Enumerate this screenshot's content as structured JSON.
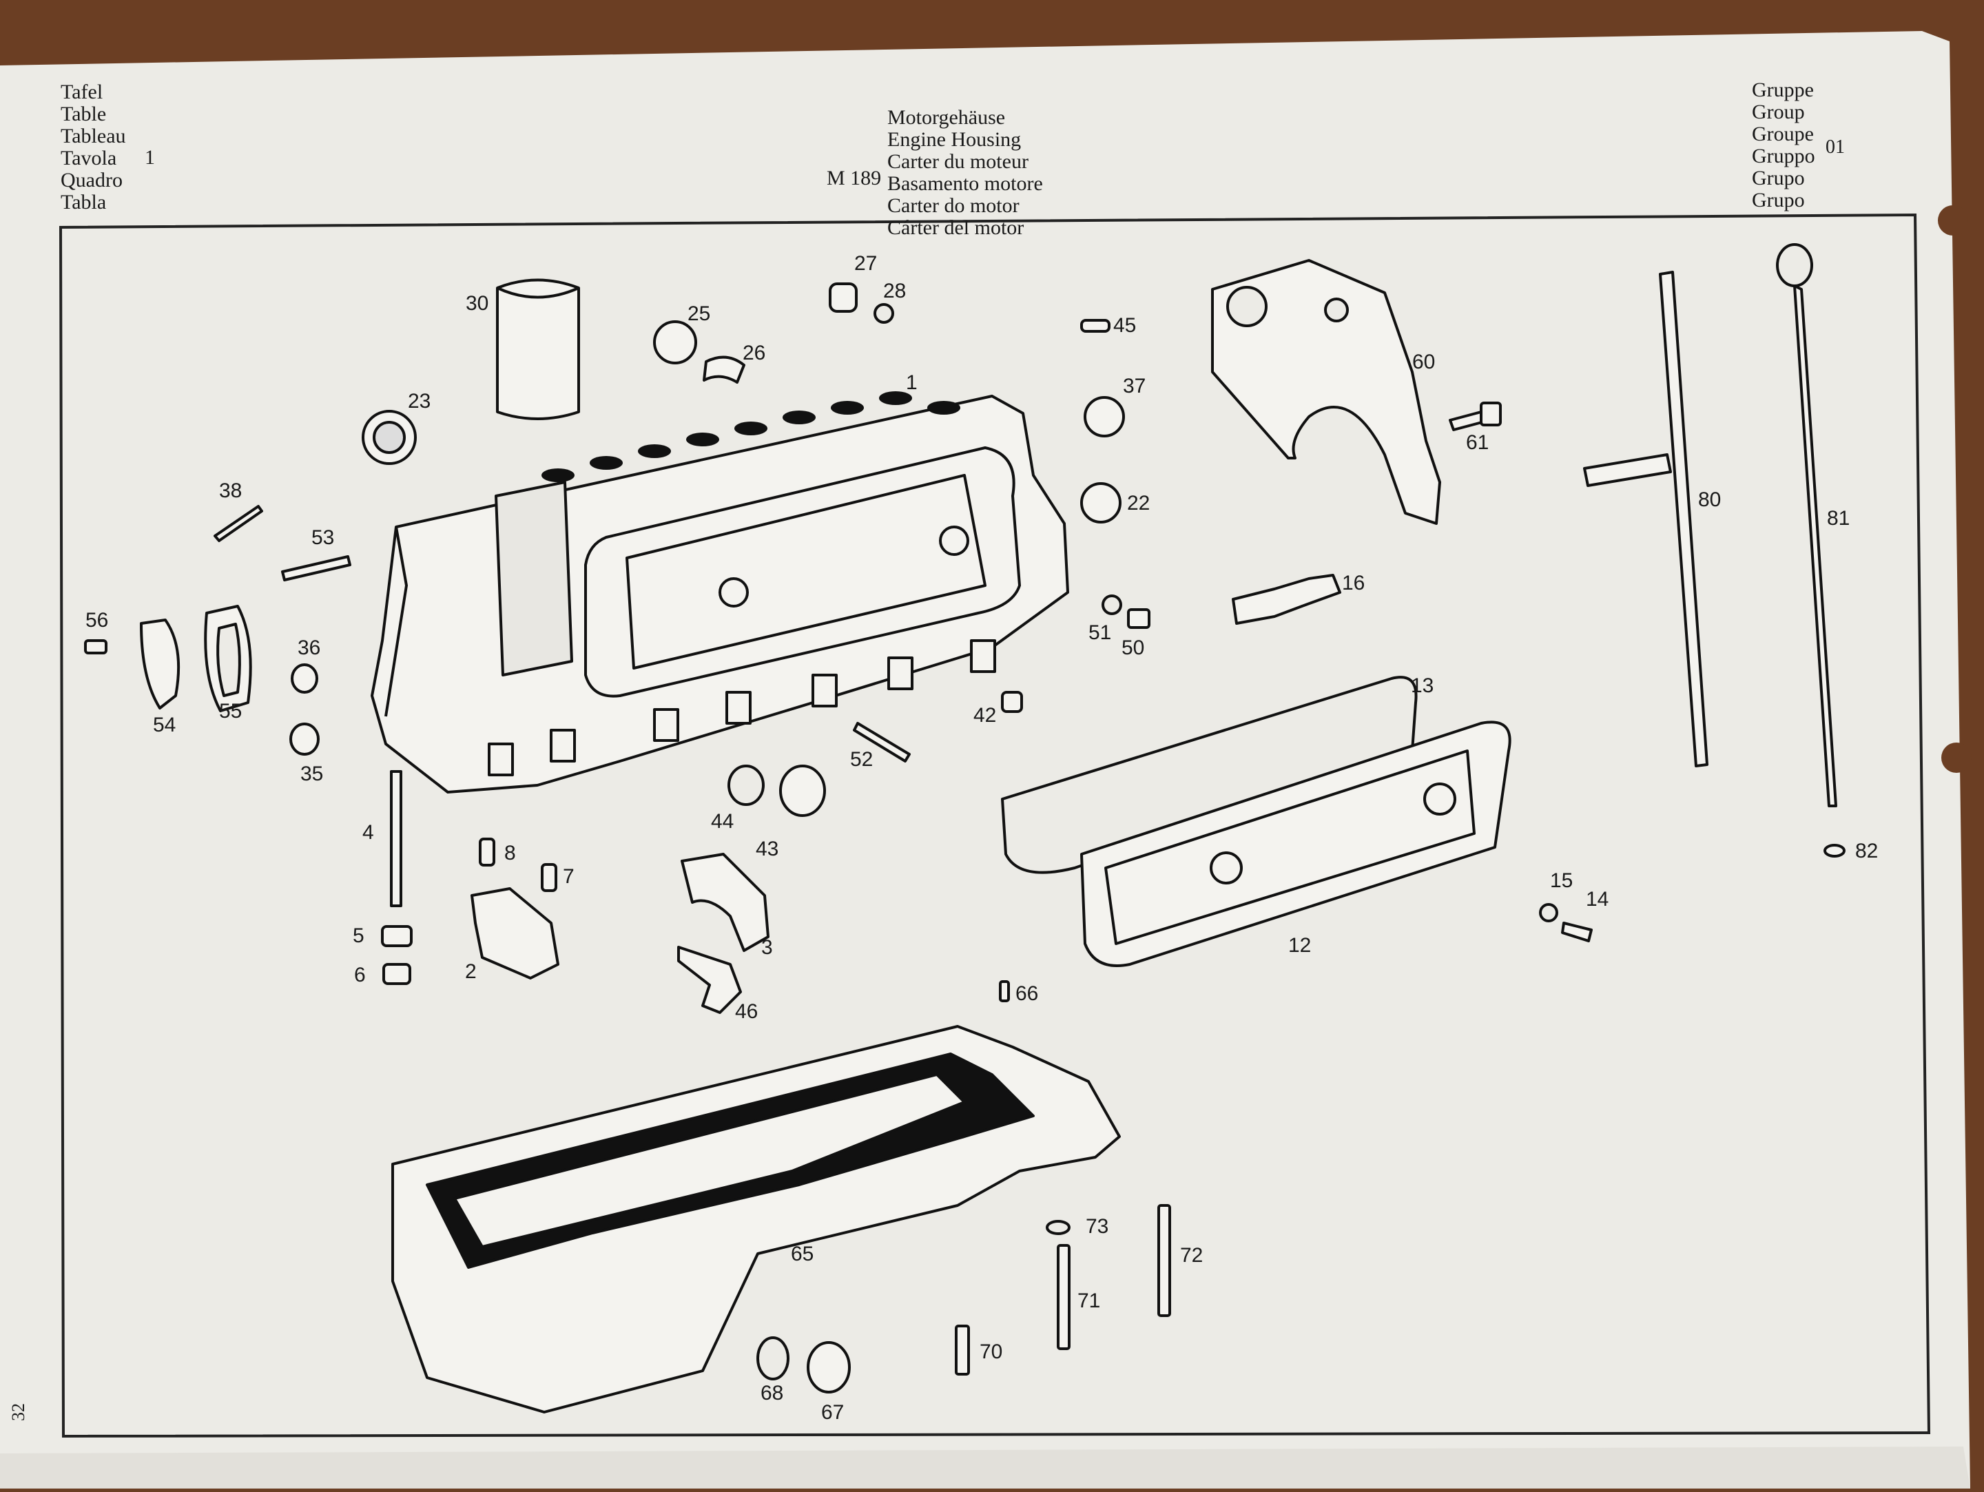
{
  "header": {
    "left_labels": [
      "Tafel",
      "Table",
      "Tableau",
      "Tavola",
      "Quadro",
      "Tabla"
    ],
    "table_number": "1",
    "model": "M 189",
    "title_lines": [
      "Motorgehäuse",
      "Engine Housing",
      "Carter du moteur",
      "Basamento motore",
      "Carter do motor",
      "Cárter del motor"
    ],
    "right_labels": [
      "Gruppe",
      "Group",
      "Groupe",
      "Gruppo",
      "Grupo",
      "Grupo"
    ],
    "group_number": "01"
  },
  "page_number": "32",
  "part_numbers": [
    "1",
    "2",
    "3",
    "4",
    "5",
    "6",
    "7",
    "8",
    "12",
    "13",
    "14",
    "15",
    "16",
    "22",
    "23",
    "25",
    "26",
    "27",
    "28",
    "30",
    "35",
    "36",
    "37",
    "38",
    "42",
    "43",
    "44",
    "45",
    "46",
    "50",
    "51",
    "52",
    "53",
    "54",
    "55",
    "56",
    "60",
    "61",
    "65",
    "66",
    "67",
    "68",
    "70",
    "71",
    "72",
    "73",
    "80",
    "81",
    "82"
  ],
  "colors": {
    "paper": "#ecebe6",
    "ink": "#1a1a1a",
    "frame": "#222222",
    "wood": "#6b3e23"
  }
}
